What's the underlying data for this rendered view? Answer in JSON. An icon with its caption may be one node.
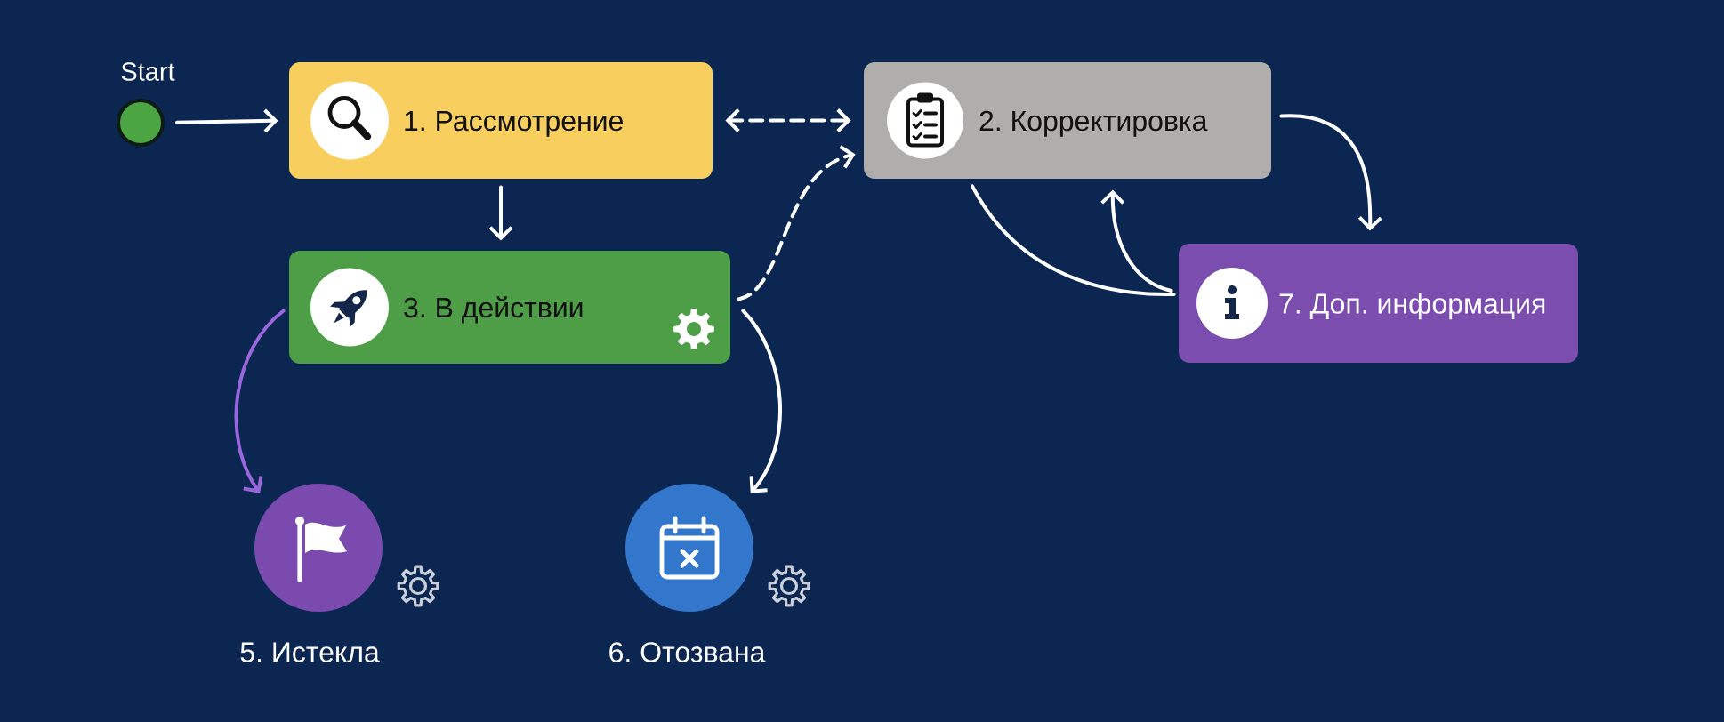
{
  "diagram": {
    "nodes": [
      {
        "text": [
          "Start"
        ]
      },
      {
        "text": [
          "1. Рассмотрение"
        ]
      },
      {
        "text": [
          "2. Корректировка"
        ]
      },
      {
        "text": [
          "3. В действии"
        ]
      },
      {
        "text": [
          "7. Доп. информация"
        ]
      },
      {
        "text": [
          "5. Истекла"
        ]
      },
      {
        "text": [
          "6. Отозвана"
        ]
      }
    ],
    "edges": [
      {
        "from": 0,
        "to": 1,
        "arrow": "to"
      },
      {
        "from": 1,
        "to": 2,
        "arrow": "both",
        "style": "dashed"
      },
      {
        "from": 1,
        "to": 3,
        "arrow": "to"
      },
      {
        "from": 3,
        "to": 2,
        "arrow": "to",
        "style": "dashed"
      },
      {
        "from": 3,
        "to": 6,
        "arrow": "to"
      },
      {
        "from": 3,
        "to": 5,
        "arrow": "to",
        "color": "#9966dd"
      },
      {
        "from": 2,
        "to": 4,
        "arrow": "to"
      },
      {
        "from": 2,
        "to": 4,
        "arrow": "none"
      },
      {
        "from": 4,
        "to": 2,
        "arrow": "to"
      }
    ]
  }
}
